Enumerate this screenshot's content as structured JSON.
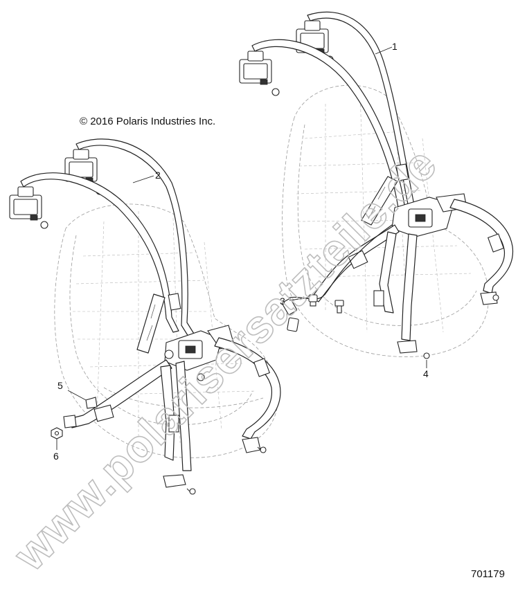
{
  "copyright": "© 2016 Polaris Industries Inc.",
  "document_number": "701179",
  "watermark": "www.polarisersatzteile.de",
  "callouts": [
    {
      "id": "1",
      "label": "1"
    },
    {
      "id": "2",
      "label": "2"
    },
    {
      "id": "3",
      "label": "3"
    },
    {
      "id": "4",
      "label": "4"
    },
    {
      "id": "5",
      "label": "5"
    },
    {
      "id": "6",
      "label": "6"
    }
  ]
}
